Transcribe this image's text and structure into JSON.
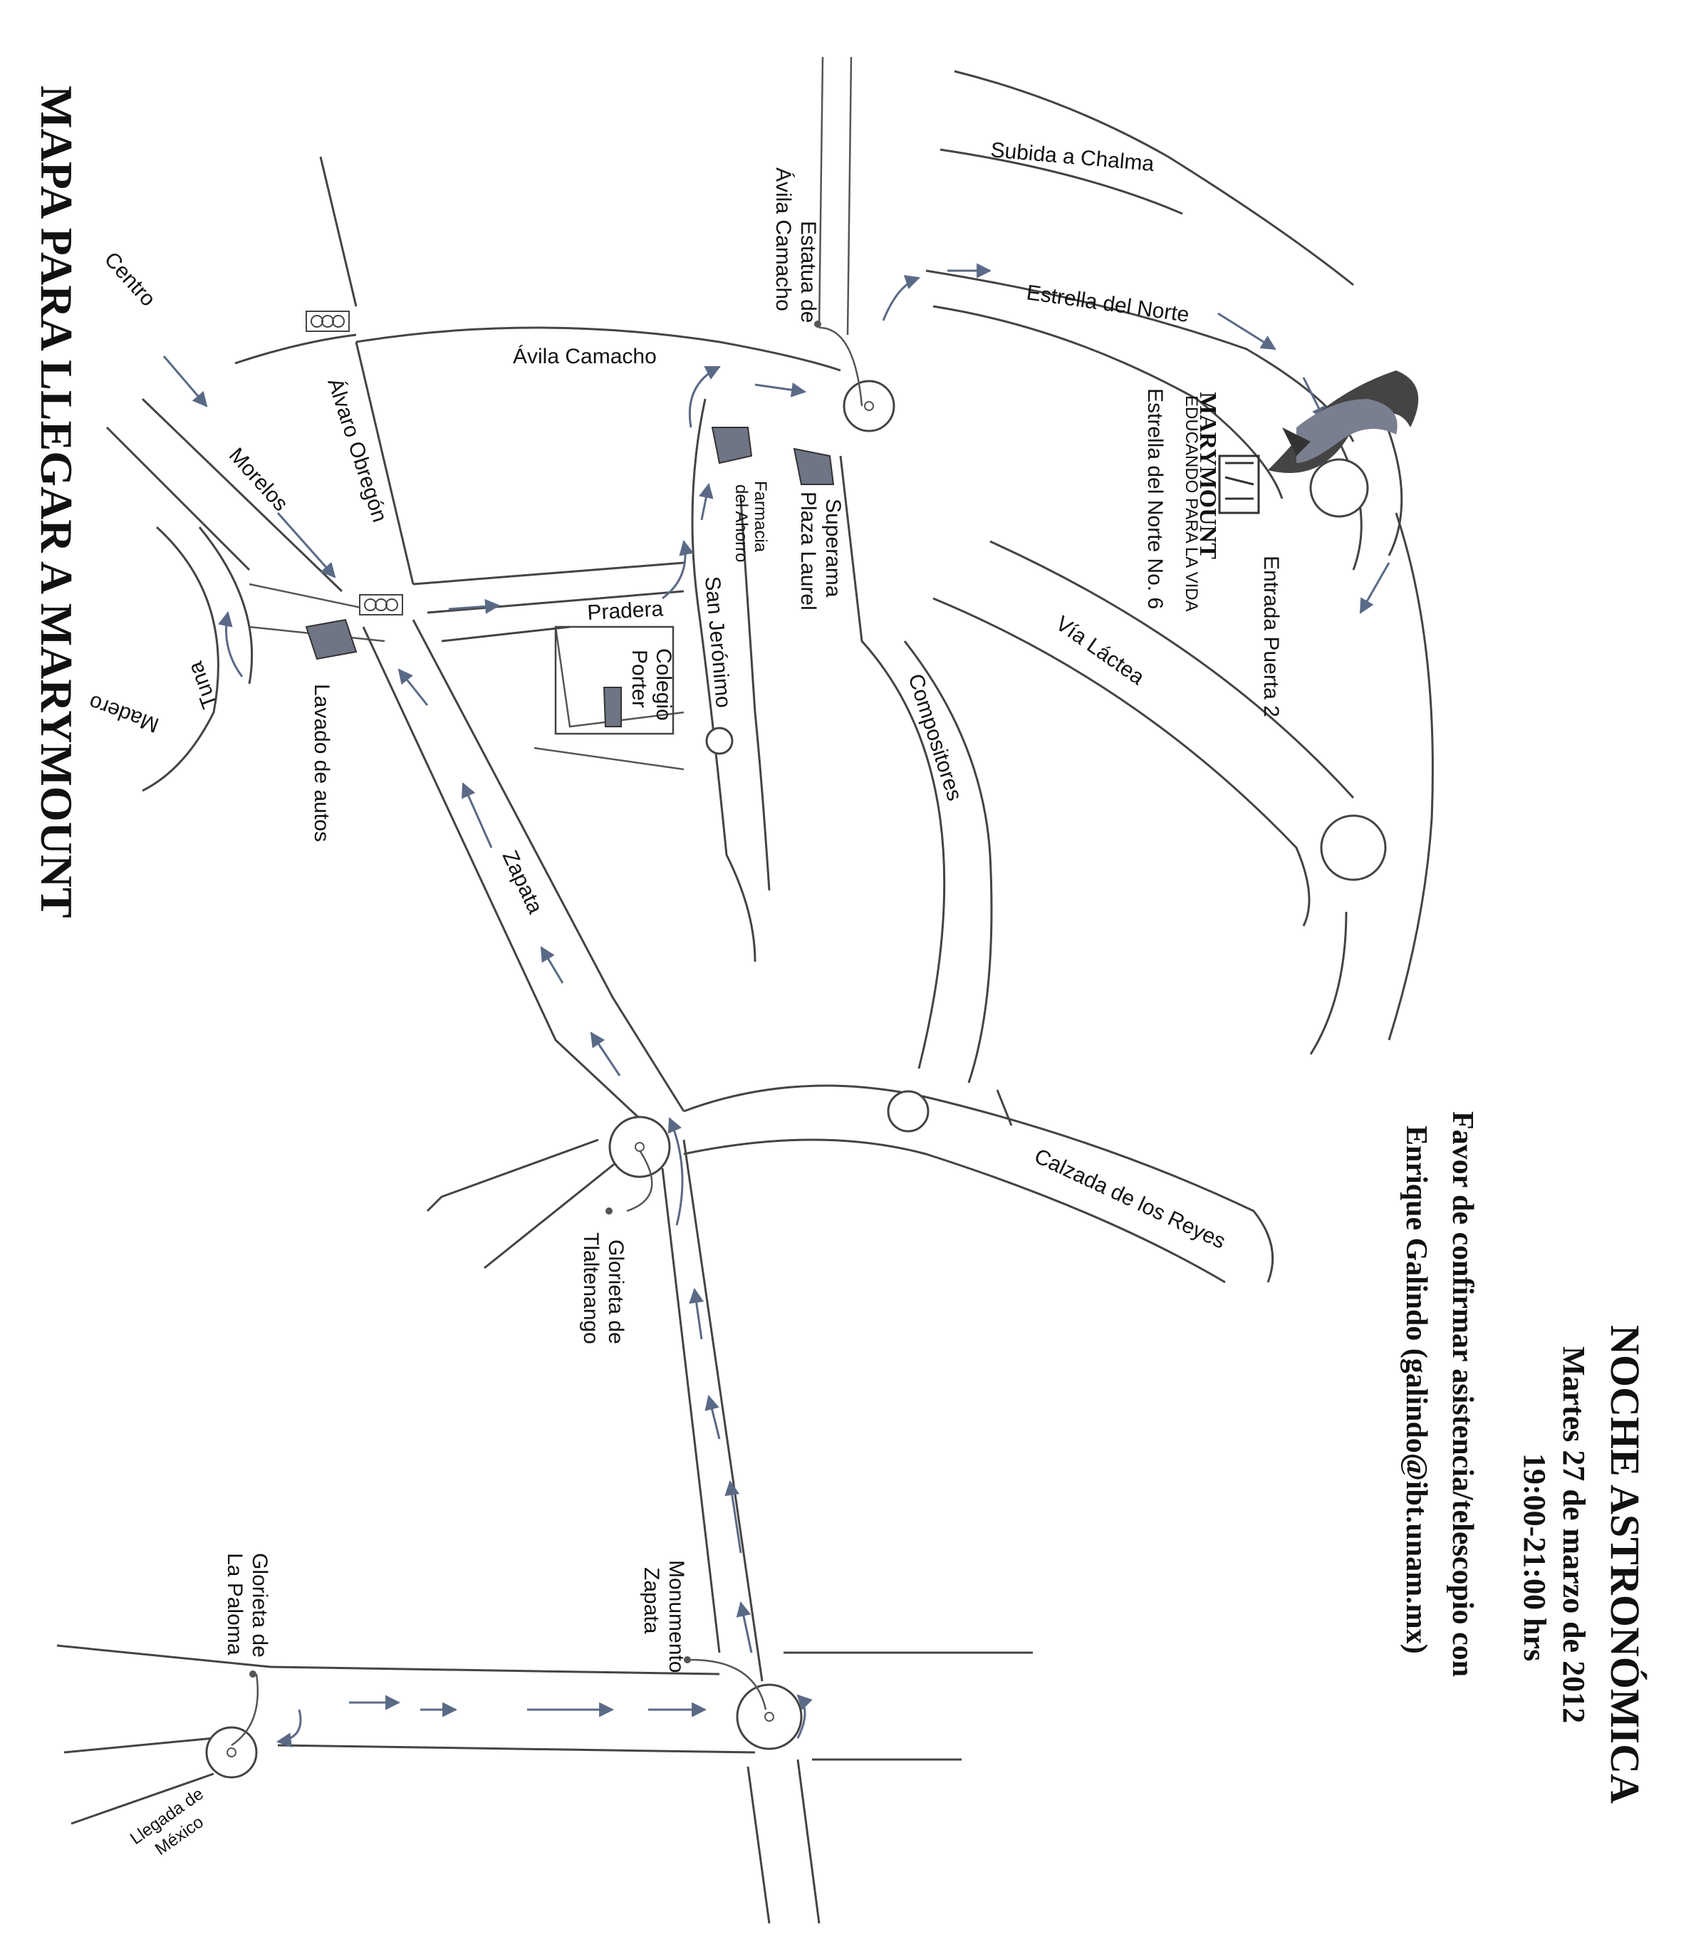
{
  "title": "MAPA PARA LLEGAR A MARYMOUNT",
  "event": {
    "name": "NOCHE ASTRONÓMICA",
    "date": "Martes 27 de marzo de 2012",
    "time": "19:00-21:00 hrs",
    "rsvp_line1": "Favor de confirmar asistencia/telescopio con",
    "rsvp_line2": "Enrique Galindo (galindo@ibt.unam.mx)"
  },
  "school": {
    "name": "MARYMOUNT",
    "tagline": "EDUCANDO PARA LA VIDA",
    "address": "Estrella del Norte No. 6",
    "entrance": "Entrada Puerta 2"
  },
  "streets": {
    "subida_chalma": "Subida a Chalma",
    "estrella_norte": "Estrella del Norte",
    "avila_camacho": "Ávila Camacho",
    "alvaro_obregon": "Álvaro Obregón",
    "morelos": "Morelos",
    "centro": "Centro",
    "tuna": "Tuna",
    "madero": "Madero",
    "pradera": "Pradera",
    "san_jeronimo": "San Jerónimo",
    "compositores": "Compositores",
    "via_lactea": "Vía Láctea",
    "zapata": "Zapata",
    "calzada_reyes": "Calzada de los Reyes"
  },
  "landmarks": {
    "estatua_1": "Estatua de",
    "estatua_2": "Ávila Camacho",
    "superama_1": "Superama",
    "superama_2": "Plaza Laurel",
    "farmacia_1": "Farmacia",
    "farmacia_2": "del Ahorro",
    "colegio_1": "Colegio",
    "colegio_2": "Porter",
    "lavado": "Lavado de autos",
    "glorieta_tlal_1": "Glorieta de",
    "glorieta_tlal_2": "Tlaltenango",
    "monumento_1": "Monumento",
    "monumento_2": "Zapata",
    "glorieta_paloma_1": "Glorieta de",
    "glorieta_paloma_2": "La Paloma",
    "llegada_1": "Llegada de",
    "llegada_2": "México"
  },
  "colors": {
    "building": "#707585",
    "arrow": "#5a6a86",
    "road": "#444444"
  },
  "icons": [
    "traffic-light-icon",
    "direction-arrow-icon",
    "marymount-logo-icon",
    "roundabout-icon"
  ]
}
